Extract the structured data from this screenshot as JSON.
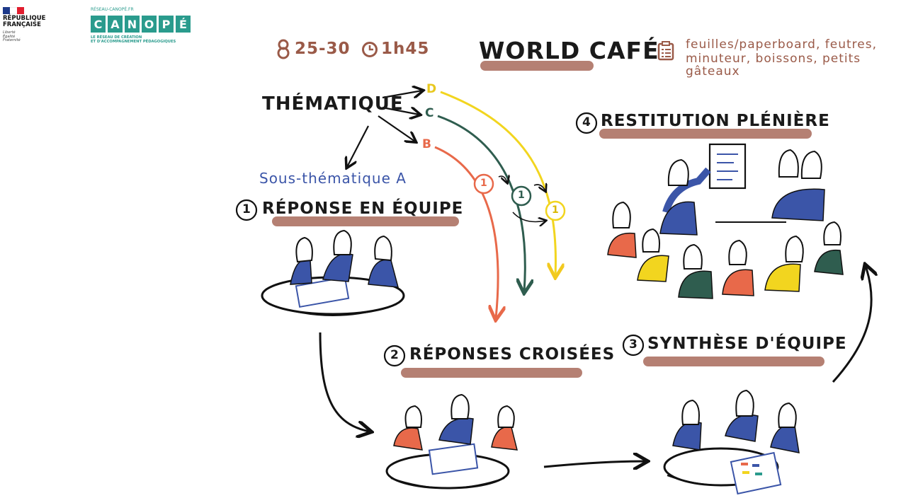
{
  "logos": {
    "republique": "RÉPUBLIQUE\nFRANÇAISE",
    "motto": "Liberté\nÉgalité\nFraternité",
    "canope_top": "RÉSEAU-CANOPÉ.FR",
    "canope_letters": [
      "C",
      "A",
      "N",
      "O",
      "P",
      "É"
    ],
    "canope_sub": "LE RÉSEAU DE CRÉATION\nET D'ACCOMPAGNEMENT PÉDAGOGIQUES"
  },
  "header": {
    "participants": "25-30",
    "duration": "1h45",
    "title": "WORLD CAFÉ",
    "materials_line1": "feuilles/paperboard, feutres,",
    "materials_line2": "minuteur, boissons, petits gâteaux"
  },
  "diagram": {
    "thematique": "THÉMATIQUE",
    "branch_d": "D",
    "branch_c": "C",
    "branch_b": "B",
    "sous_thematique": "Sous-thématique A",
    "round_marker": "1",
    "step1_num": "1",
    "step1": "RÉPONSE EN ÉQUIPE",
    "step2_num": "2",
    "step2": "RÉPONSES CROISÉES",
    "step3_num": "3",
    "step3": "SYNTHÈSE D'ÉQUIPE",
    "step4_num": "4",
    "step4": "RESTITUTION PLÉNIÈRE"
  },
  "colors": {
    "blue": "#3b55a8",
    "orange": "#e8694a",
    "yellow": "#f2d51f",
    "green": "#2f5d4f",
    "brown": "#a86a5a",
    "teal": "#2a9b8d"
  }
}
